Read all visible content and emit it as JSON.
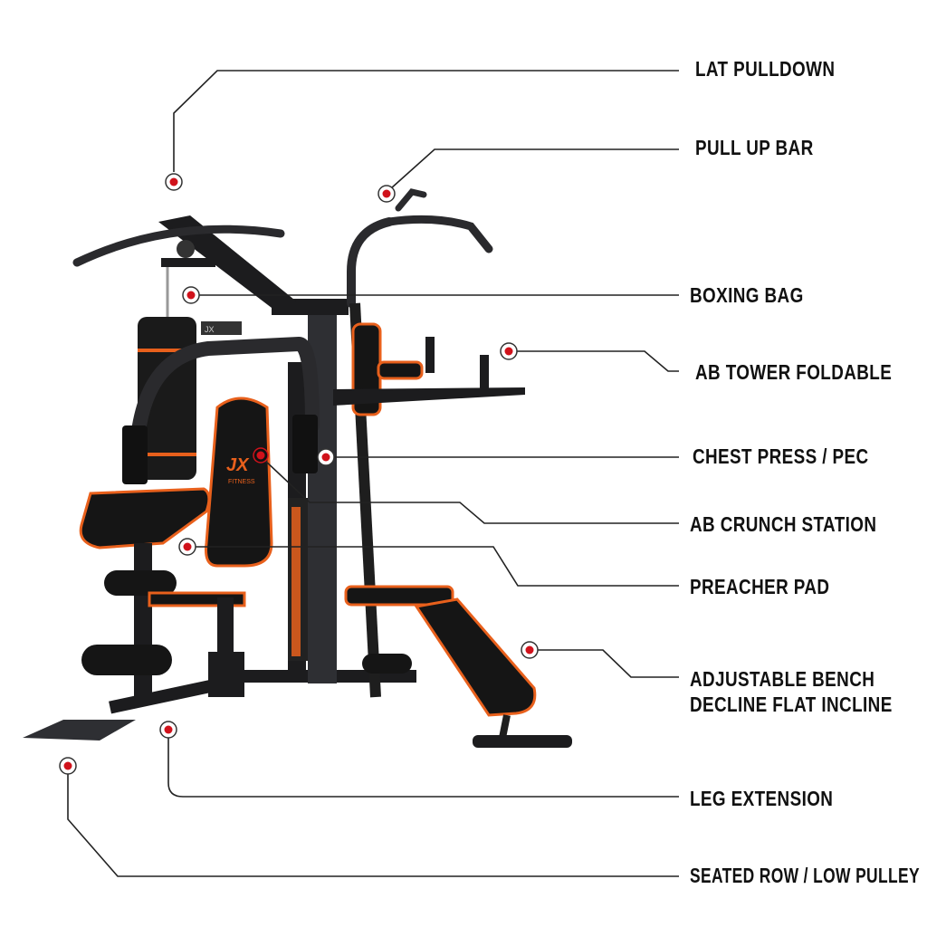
{
  "brand": {
    "logo": "JX",
    "logo_sub": "FITNESS",
    "accent": "#e8601c",
    "marker_color": "#d0121b"
  },
  "callouts": [
    {
      "id": "lat-pulldown",
      "label": "LAT PULLDOWN"
    },
    {
      "id": "pull-up-bar",
      "label": "PULL UP BAR"
    },
    {
      "id": "boxing-bag",
      "label": "BOXING BAG"
    },
    {
      "id": "ab-tower",
      "label": "AB TOWER FOLDABLE"
    },
    {
      "id": "chest-press",
      "label": "CHEST PRESS / PEC"
    },
    {
      "id": "ab-crunch",
      "label": "AB CRUNCH STATION"
    },
    {
      "id": "preacher-pad",
      "label": "PREACHER PAD"
    },
    {
      "id": "adjustable-bench",
      "label": "ADJUSTABLE BENCH",
      "label2": "DECLINE FLAT INCLINE"
    },
    {
      "id": "leg-extension",
      "label": "LEG EXTENSION"
    },
    {
      "id": "seated-row",
      "label": "SEATED ROW / LOW PULLEY"
    }
  ]
}
